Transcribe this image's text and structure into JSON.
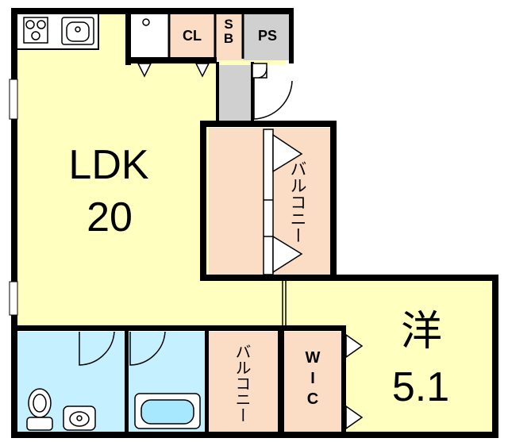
{
  "rooms": {
    "ldk": {
      "name": "LDK",
      "size": "20"
    },
    "western": {
      "name": "洋",
      "size": "5.1"
    },
    "closet": "CL",
    "shoe_box": "SB",
    "pipe_space": "PS",
    "balcony_upper": "バルコニー",
    "balcony_lower": "バルコニー",
    "walk_in_closet": "WIC"
  },
  "colors": {
    "wall": "#000000",
    "ldk_floor": "#ffffc0",
    "western_floor": "#ffffc0",
    "balcony": "#fbdcc4",
    "storage": "#fbdcc4",
    "wet_area": "#c4f0ff",
    "gray_area": "#d0d0d0",
    "white_area": "#ffffff"
  }
}
